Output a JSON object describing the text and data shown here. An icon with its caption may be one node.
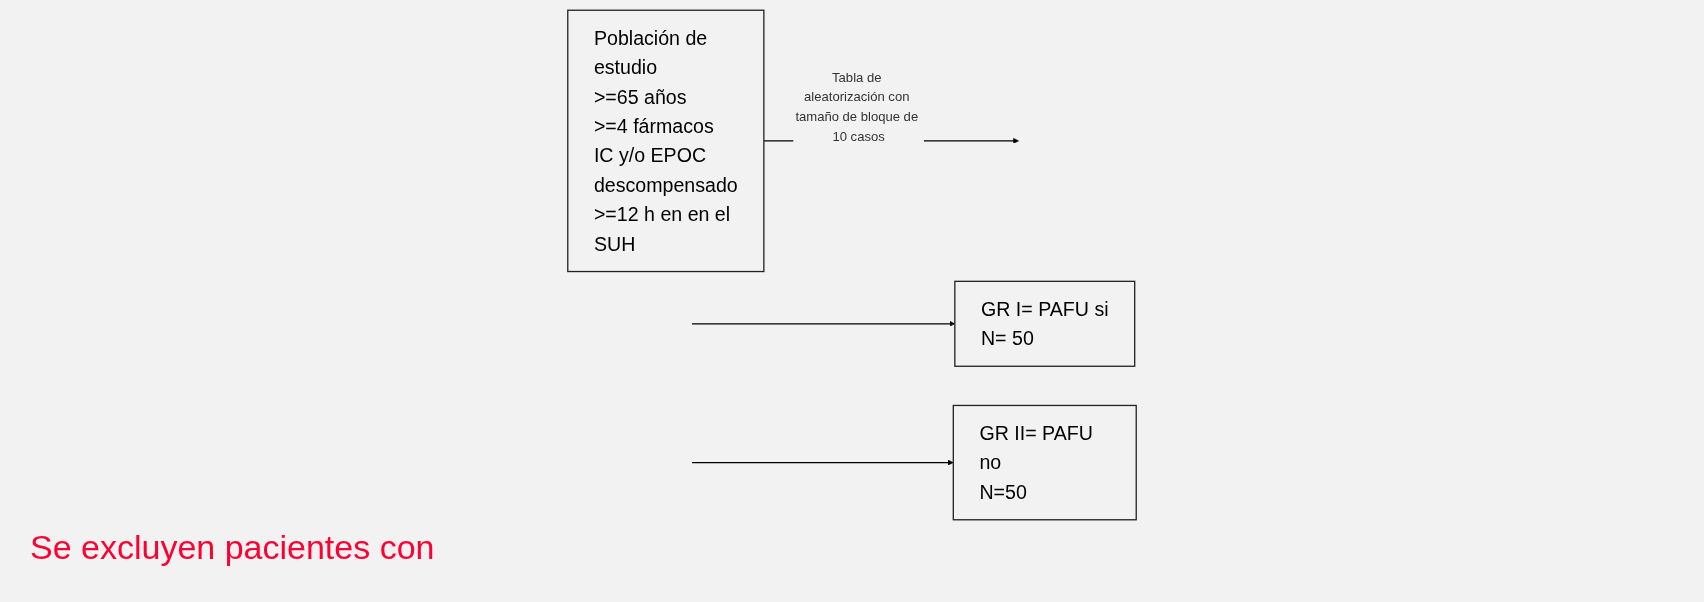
{
  "diagram": {
    "nodes": [
      {
        "text": [
          "Población de estudio",
          ">=65 años",
          ">=4 fármacos",
          "IC y/o EPOC descompensado",
          ">=12 h en en el SUH"
        ]
      },
      {
        "text": [
          "GR I= PAFU si",
          "N= 50"
        ]
      },
      {
        "text": [
          "GR II= PAFU no",
          "N=50"
        ]
      }
    ],
    "edges": [
      {
        "from": 0,
        "to": null,
        "arrow": "to",
        "label": "Tabla de aleatorización con tamaño de bloque de 10 casos"
      },
      {
        "from": null,
        "to": 1,
        "arrow": "to"
      },
      {
        "from": null,
        "to": 2,
        "arrow": "to"
      }
    ],
    "labels": [
      "Se excluyen pacientes con"
    ]
  }
}
